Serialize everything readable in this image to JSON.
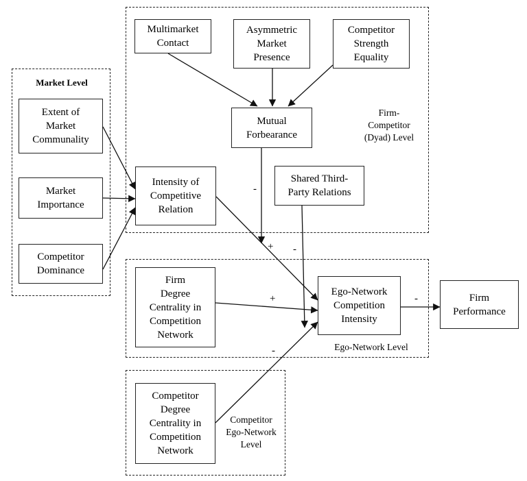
{
  "groups": {
    "market_level": "Market Level",
    "dyad_level": "Firm-\nCompetitor\n(Dyad) Level",
    "ego_level": "Ego-Network Level",
    "competitor_ego_level": "Competitor\nEgo-Network\nLevel"
  },
  "nodes": {
    "multimarket_contact": "Multimarket\nContact",
    "asymmetric_market_presence": "Asymmetric\nMarket\nPresence",
    "competitor_strength_equality": "Competitor\nStrength\nEquality",
    "mutual_forbearance": "Mutual\nForbearance",
    "extent_of_market_communality": "Extent of\nMarket\nCommunality",
    "market_importance": "Market\nImportance",
    "competitor_dominance": "Competitor\nDominance",
    "intensity_of_competitive_relation": "Intensity of\nCompetitive\nRelation",
    "shared_third_party_relations": "Shared Third-\nParty Relations",
    "firm_degree_centrality": "Firm\nDegree\nCentrality in\nCompetition\nNetwork",
    "ego_network_competition_intensity": "Ego-Network\nCompetition\nIntensity",
    "firm_performance": "Firm\nPerformance",
    "competitor_degree_centrality": "Competitor\nDegree\nCentrality in\nCompetition\nNetwork"
  },
  "signs": {
    "forbearance_to_intensity_minus": "-",
    "forbearance_to_ego_plus": "+",
    "third_party_to_ego_minus": "-",
    "firm_centrality_to_ego_plus": "+",
    "competitor_centrality_to_ego_minus": "-",
    "ego_to_performance_minus": "-"
  }
}
